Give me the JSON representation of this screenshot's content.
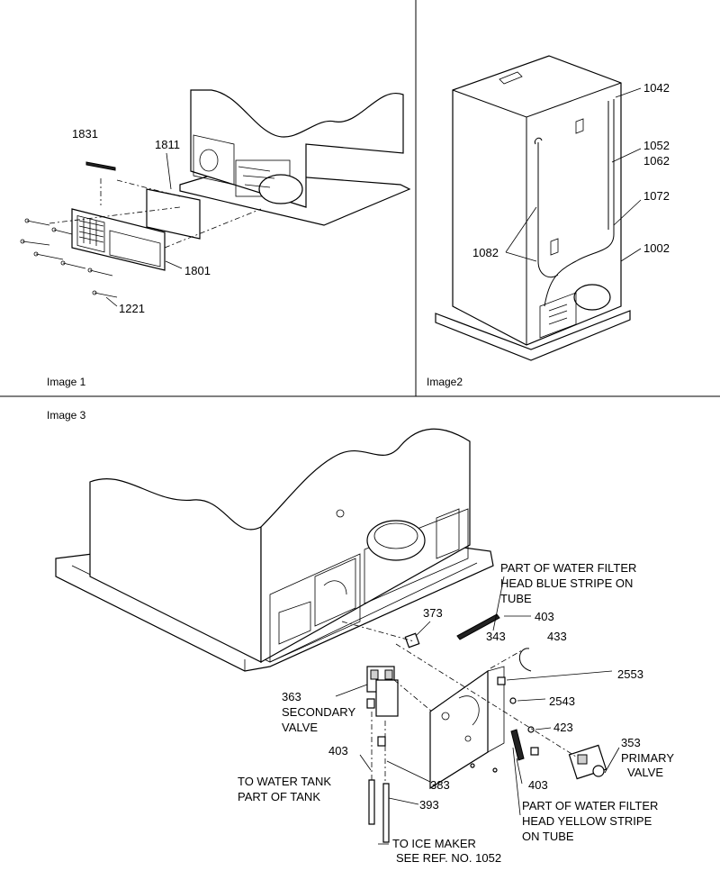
{
  "panels": {
    "image1_caption": "Image 1",
    "image2_caption": "Image2",
    "image3_caption": "Image 3"
  },
  "image1": {
    "labels": [
      "1831",
      "1811",
      "1801",
      "1221"
    ]
  },
  "image2": {
    "labels": [
      "1042",
      "1052",
      "1062",
      "1072",
      "1082",
      "1002"
    ]
  },
  "image3": {
    "part_373": "373",
    "part_403_top": "403",
    "part_343": "343",
    "part_433": "433",
    "part_2553": "2553",
    "part_2543": "2543",
    "part_423": "423",
    "part_363": "363",
    "secondary_line1": "SECONDARY",
    "secondary_line2": "VALVE",
    "part_353": "353",
    "primary_line1": "PRIMARY",
    "primary_line2": "VALVE",
    "part_403_left": "403",
    "part_383": "383",
    "part_393": "393",
    "part_403_bottom": "403",
    "blue_note_1": "PART OF WATER FILTER",
    "blue_note_2": "HEAD BLUE STRIPE ON",
    "blue_note_3": "TUBE",
    "yellow_note_1": "PART OF WATER FILTER",
    "yellow_note_2": "HEAD YELLOW STRIPE",
    "yellow_note_3": "ON TUBE",
    "tank_note_1": "TO WATER TANK",
    "tank_note_2": "PART OF TANK",
    "ice_note_1": "TO ICE MAKER",
    "ice_note_2": "SEE REF. NO. 1052"
  }
}
